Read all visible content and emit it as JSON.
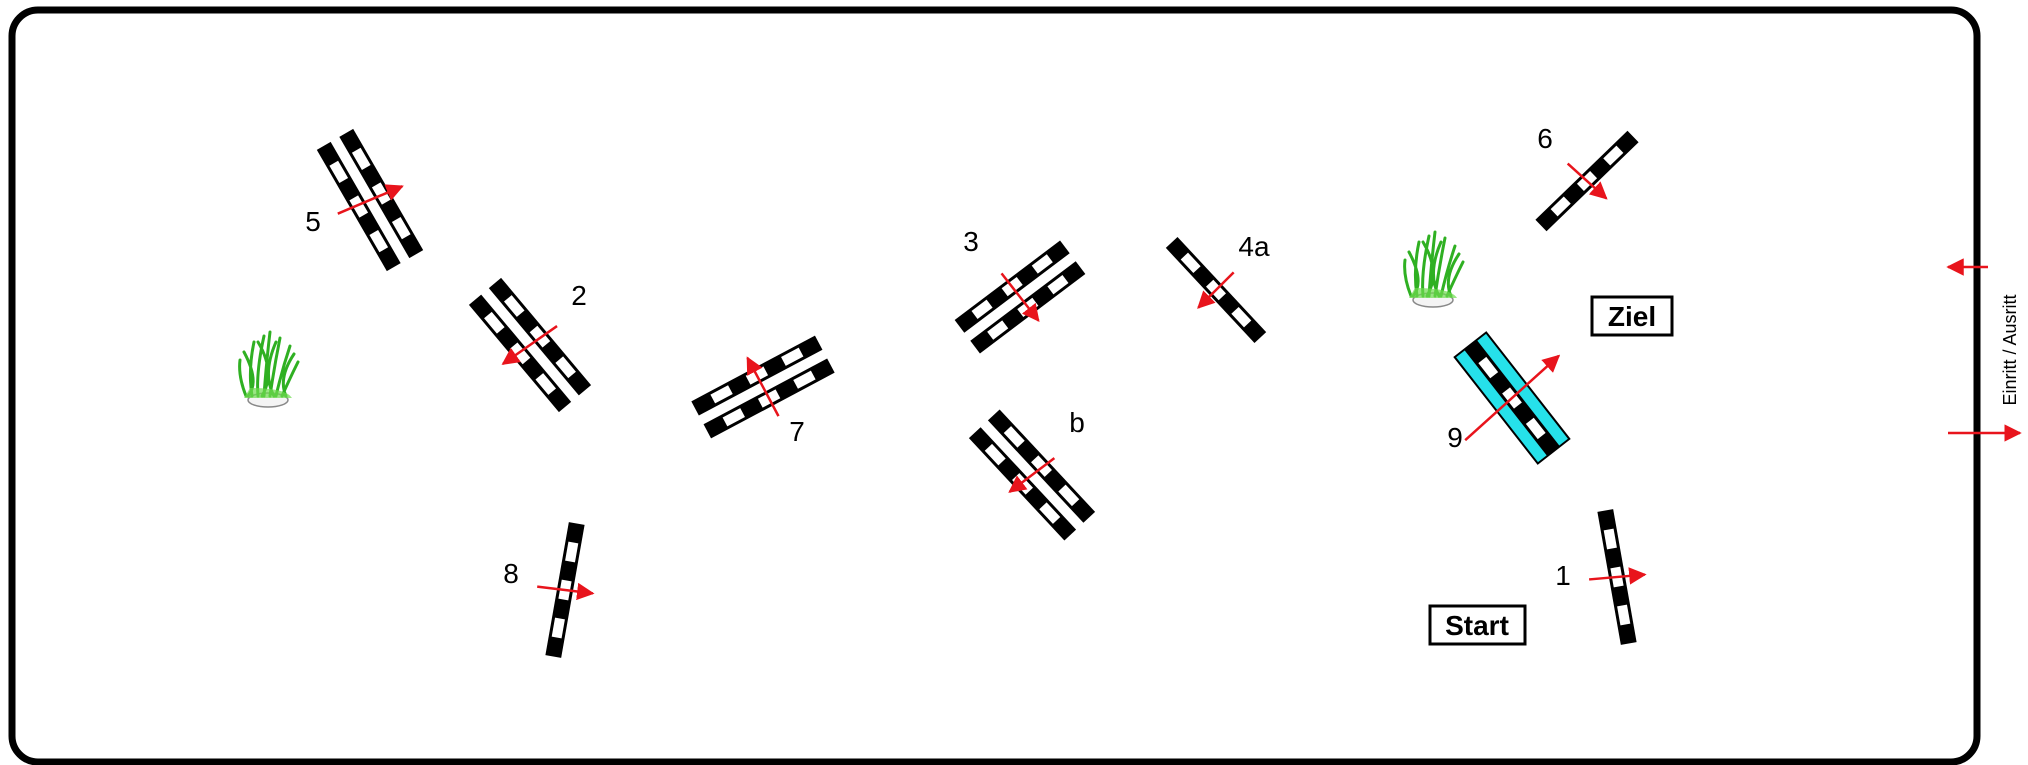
{
  "colors": {
    "pole": "#000000",
    "stripe": "#ffffff",
    "arrow": "#e8141c",
    "water": "#26e1ea",
    "plant": "#3ec92e",
    "arena_border": "#000000"
  },
  "obstacles": [
    {
      "id": "5",
      "label": "5",
      "poles": 2,
      "water": false
    },
    {
      "id": "2",
      "label": "2",
      "poles": 2,
      "water": false
    },
    {
      "id": "7",
      "label": "7",
      "poles": 2,
      "water": false
    },
    {
      "id": "8",
      "label": "8",
      "poles": 1,
      "water": false
    },
    {
      "id": "3",
      "label": "3",
      "poles": 2,
      "water": false
    },
    {
      "id": "b",
      "label": "b",
      "poles": 2,
      "water": false
    },
    {
      "id": "4a",
      "label": "4a",
      "poles": 1,
      "water": false
    },
    {
      "id": "6",
      "label": "6",
      "poles": 1,
      "water": false
    },
    {
      "id": "9",
      "label": "9",
      "poles": 1,
      "water": true
    },
    {
      "id": "1",
      "label": "1",
      "poles": 1,
      "water": false
    }
  ],
  "signs": {
    "finish": "Ziel",
    "start": "Start"
  },
  "entrance": {
    "label": "Einritt / Ausritt"
  },
  "decorations": [
    {
      "name": "plant-left-icon",
      "icon": "grass-plant"
    },
    {
      "name": "plant-right-icon",
      "icon": "grass-plant"
    }
  ]
}
